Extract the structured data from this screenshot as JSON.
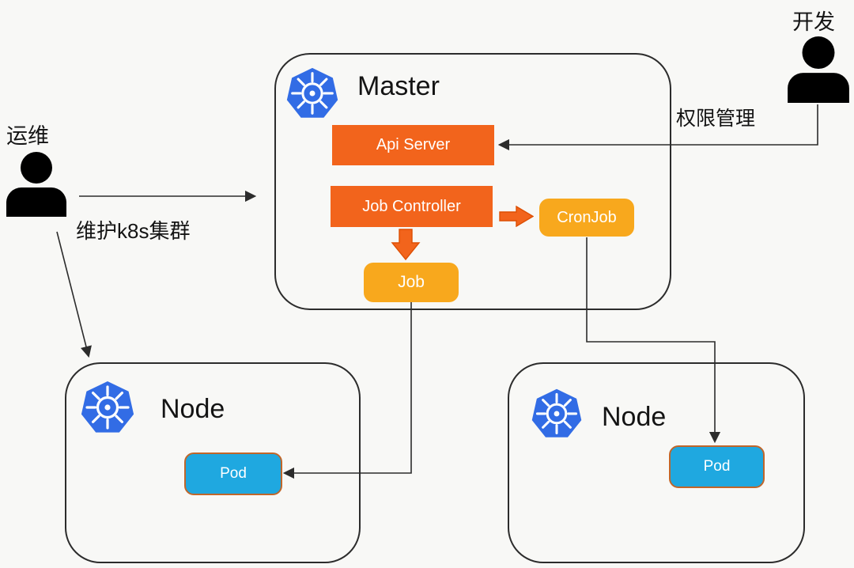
{
  "colors": {
    "background": "#f8f8f6",
    "kubernetes_blue": "#326ce5",
    "orange": "#f2641c",
    "amber": "#f8a81d",
    "cyan": "#1fa8e0",
    "pod_border": "#c0662a",
    "line": "#2c2c2c"
  },
  "actors": {
    "ops": {
      "label": "运维"
    },
    "dev": {
      "label": "开发"
    }
  },
  "edge_labels": {
    "ops_to_master": "维护k8s集群",
    "dev_to_api": "权限管理"
  },
  "master": {
    "title": "Master",
    "api_server_label": "Api Server",
    "job_controller_label": "Job Controller",
    "cronjob_label": "CronJob",
    "job_label": "Job"
  },
  "node_left": {
    "title": "Node",
    "pod_label": "Pod"
  },
  "node_right": {
    "title": "Node",
    "pod_label": "Pod"
  }
}
